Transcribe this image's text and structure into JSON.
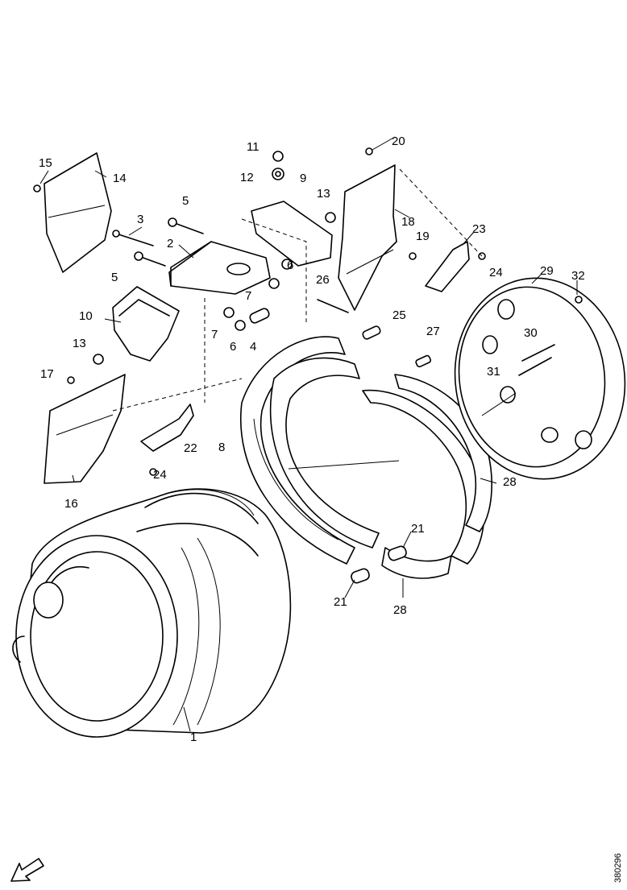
{
  "callouts": [
    "1",
    "2",
    "3",
    "4",
    "5",
    "5",
    "6",
    "6",
    "7",
    "7",
    "8",
    "9",
    "10",
    "11",
    "12",
    "13",
    "13",
    "14",
    "15",
    "16",
    "17",
    "18",
    "19",
    "20",
    "21",
    "21",
    "22",
    "23",
    "24",
    "24",
    "25",
    "26",
    "27",
    "28",
    "28",
    "29",
    "30",
    "31",
    "32"
  ],
  "drawing_number": "380296",
  "icons": {
    "orientation_arrow": "arrow-down-left-icon"
  }
}
